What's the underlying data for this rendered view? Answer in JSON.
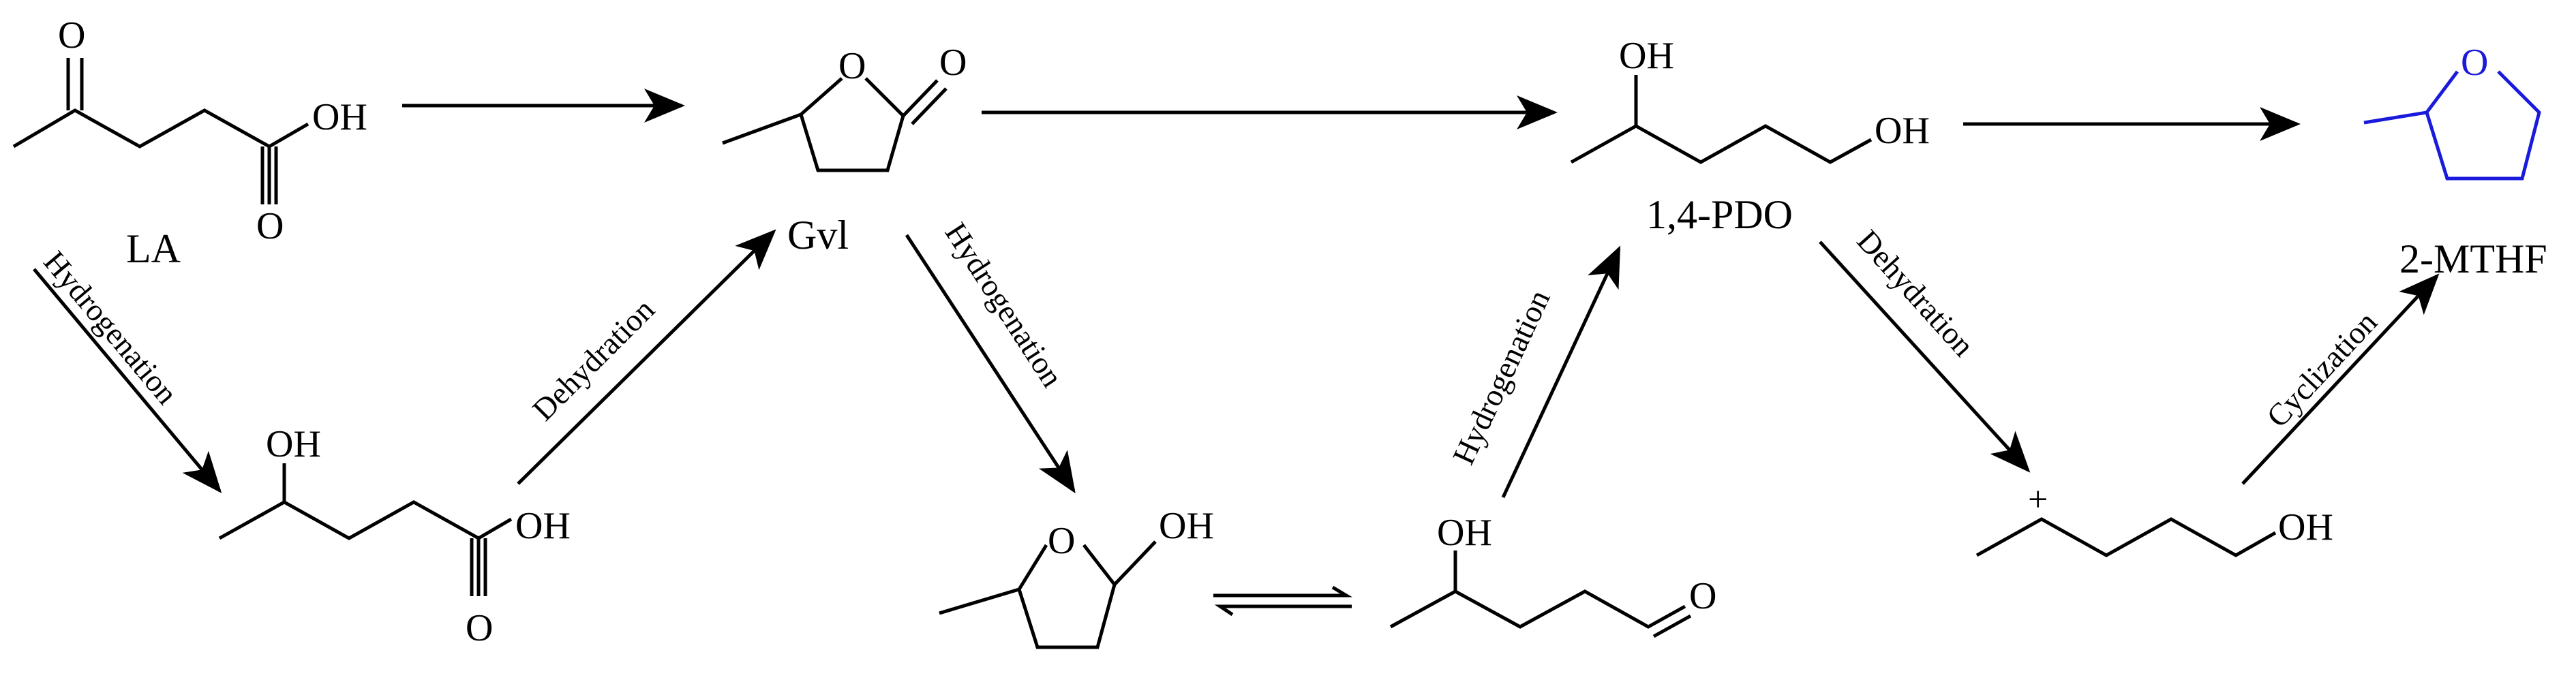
{
  "compounds": {
    "la": {
      "name": "LA",
      "oh": "OH",
      "o": "O",
      "o2": "O"
    },
    "gvl": {
      "name": "Gvl",
      "ring_o": "O",
      "carbonyl_o": "O"
    },
    "pdo": {
      "name": "1,4-PDO",
      "oh1": "OH",
      "oh2": "OH"
    },
    "mthf": {
      "name": "2-MTHF",
      "ring_o": "O",
      "color": "#1a1adc"
    },
    "hydroxy_acid": {
      "oh": "OH",
      "oh2": "OH",
      "o": "O"
    },
    "lactol": {
      "ring_o": "O",
      "oh": "OH"
    },
    "hydroxy_aldehyde": {
      "oh": "OH",
      "o": "O"
    },
    "carbocation": {
      "charge": "+",
      "oh": "OH"
    }
  },
  "steps": {
    "la_hydrogenation": "Hydrogenation",
    "acid_dehydration": "Dehydration",
    "gvl_hydrogenation": "Hydrogenation",
    "aldehyde_hydrogenation": "Hydrogenation",
    "pdo_dehydration": "Dehydration",
    "cyclization": "Cyclization"
  }
}
